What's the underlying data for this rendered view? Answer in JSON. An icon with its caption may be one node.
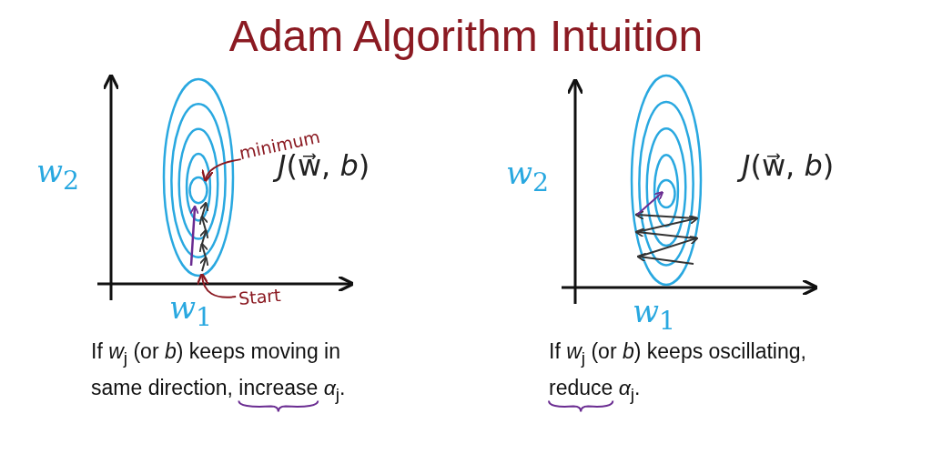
{
  "diagram": {
    "title": "Adam Algorithm Intuition",
    "nodes": [
      {
        "text": [
          "minimum"
        ]
      },
      {
        "text": [
          "Start"
        ]
      },
      {
        "text": [],
        "shape": "circle",
        "in": 3
      },
      {
        "text": [],
        "shape": "circle"
      }
    ],
    "edges": [
      {
        "from": 0,
        "to": 2,
        "arrow": "to"
      },
      {
        "from": 1,
        "to": 3,
        "arrow": "to"
      }
    ],
    "labels": [
      "*w*$_{2}$",
      "*J*(w⃗, *b*)",
      "*w*$_{1}$",
      "If *w*$_{j}$ (or *b*) keeps moving in same direction, increase *α*$_{j}$.",
      "*w*$_{2}$",
      "*J*(w⃗, *b*)",
      "*w*$_{1}$",
      "If *w*$_{j}$ (or *b*) keeps oscillating, reduce *α*$_{j}$."
    ]
  }
}
